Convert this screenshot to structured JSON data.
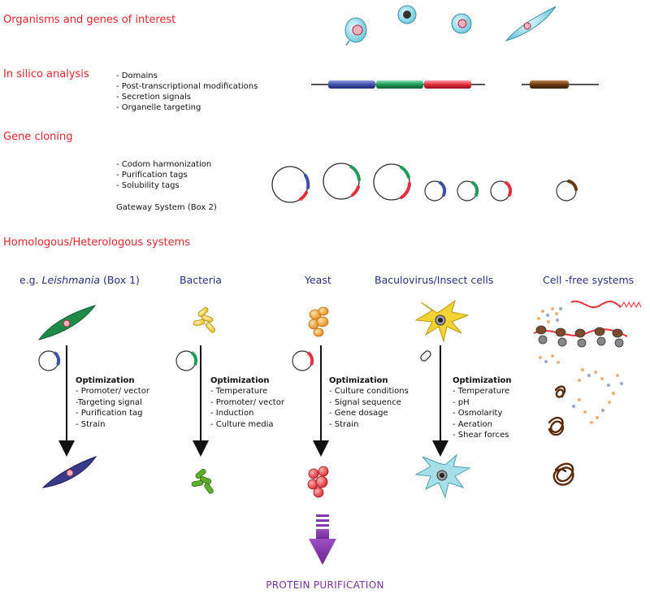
{
  "sections": {
    "organisms": "Organisms and genes of interest",
    "insilico": "In silico analysis",
    "cloning": "Gene cloning",
    "systems": "Homologous/Heterologous systems"
  },
  "insilico_items": [
    "- Domains",
    "- Post-transcriptional modifications",
    "- Secretion signals",
    "- Organelle targeting"
  ],
  "cloning_items": [
    "- Codom harmonization",
    "- Purification tags",
    "- Solubility tags"
  ],
  "gateway_note": "Gateway System (Box 2)",
  "systems": [
    {
      "title_prefix": "e.g. ",
      "title_italic": "Leishmania",
      "title_suffix": " (Box 1)",
      "opt_title": "Optimization",
      "opt_items": [
        "- Promoter/ vector",
        "-Targeting signal",
        "- Purification tag",
        "- Strain"
      ]
    },
    {
      "title": "Bacteria",
      "opt_title": "Optimization",
      "opt_items": [
        "- Temperature",
        "- Promoter/ vector",
        "- Induction",
        "- Culture media"
      ]
    },
    {
      "title": "Yeast",
      "opt_title": "Optimization",
      "opt_items": [
        "- Culture conditions",
        "- Signal sequence",
        "- Gene dosage",
        "- Strain"
      ]
    },
    {
      "title": "Baculovirus/Insect cells",
      "opt_title": "Optimization",
      "opt_items": [
        "- Temperature",
        "- pH",
        "- Osmolarity",
        "- Aeration",
        "- Shear forces"
      ]
    },
    {
      "title": "Cell -free systems"
    }
  ],
  "final_label": "PROTEIN PURIFICATION",
  "colors": {
    "heading_red": "#e3252d",
    "system_blue": "#2b2f86",
    "gene_blue": "#3f4fa8",
    "gene_green": "#1f9a5a",
    "gene_red": "#e3303a",
    "gene_brown": "#6b3a14",
    "purple_arrow": "#7a2f9c"
  }
}
